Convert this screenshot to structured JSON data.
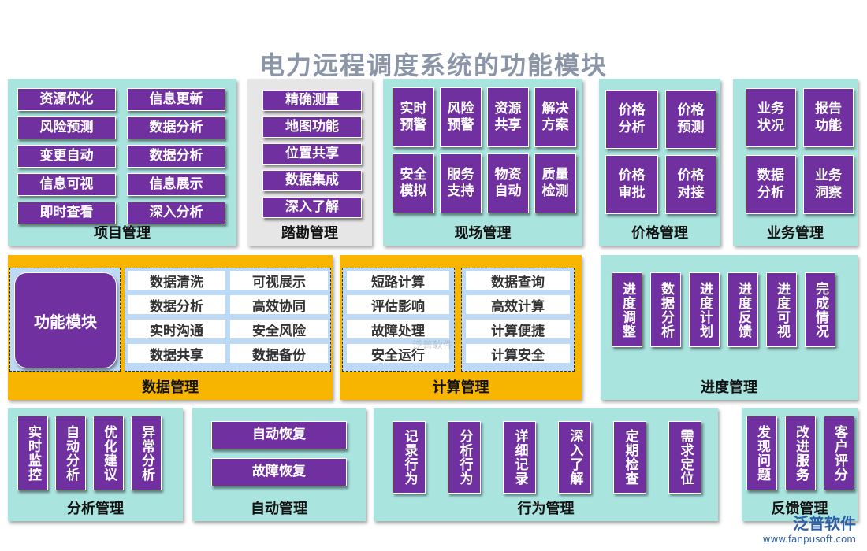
{
  "title": "电力远程调度系统的功能模块",
  "project": {
    "label": "项目管理",
    "items": [
      "资源优化",
      "信息更新",
      "风险预测",
      "数据分析",
      "变更自动",
      "数据分析",
      "信息可视",
      "信息展示",
      "即时查看",
      "深入分析"
    ]
  },
  "survey": {
    "label": "踏勘管理",
    "items": [
      "精确测量",
      "地图功能",
      "位置共享",
      "数据集成",
      "深入了解"
    ]
  },
  "site": {
    "label": "现场管理",
    "items": [
      "实时\n预警",
      "风险\n预警",
      "资源\n共享",
      "解决\n方案",
      "安全\n模拟",
      "服务\n支持",
      "物资\n自动",
      "质量\n检测"
    ]
  },
  "price": {
    "label": "价格管理",
    "items": [
      "价格\n分析",
      "价格\n预测",
      "价格\n审批",
      "价格\n对接"
    ]
  },
  "business": {
    "label": "业务管理",
    "items": [
      "业务\n状况",
      "报告\n功能",
      "数据\n分析",
      "业务\n洞察"
    ]
  },
  "core": {
    "label": "功能模块"
  },
  "data_mgmt": {
    "label": "数据管理",
    "items": [
      "数据清洗",
      "可视展示",
      "数据分析",
      "高效协同",
      "实时沟通",
      "安全风险",
      "数据共享",
      "数据备份"
    ]
  },
  "compute": {
    "label": "计算管理",
    "left": [
      "短路计算",
      "评估影响",
      "故障处理",
      "安全运行"
    ],
    "right": [
      "数据查询",
      "高效计算",
      "计算便捷",
      "计算安全"
    ]
  },
  "progress": {
    "label": "进度管理",
    "items": [
      "进度调整",
      "数据分析",
      "进度计划",
      "进度反馈",
      "进度可视",
      "完成情况"
    ]
  },
  "analysis": {
    "label": "分析管理",
    "items": [
      "实时监控",
      "自动分析",
      "优化建议",
      "异常分析"
    ]
  },
  "auto": {
    "label": "自动管理",
    "items": [
      "自动恢复",
      "故障恢复"
    ]
  },
  "behavior": {
    "label": "行为管理",
    "items": [
      "记录行为",
      "分析行为",
      "详细记录",
      "深入了解",
      "定期检查",
      "需求定位"
    ]
  },
  "feedback": {
    "label": "反馈管理",
    "items": [
      "发现问题",
      "改进服务",
      "客户评分"
    ]
  },
  "watermark": "泛普软件",
  "logo": {
    "name": "泛普软件",
    "url": "www.fanpusoft.com"
  },
  "colors": {
    "panel": "#a9e4df",
    "button": "#7030a0",
    "orange": "#f7b500",
    "gray": "#e6e6e6"
  }
}
